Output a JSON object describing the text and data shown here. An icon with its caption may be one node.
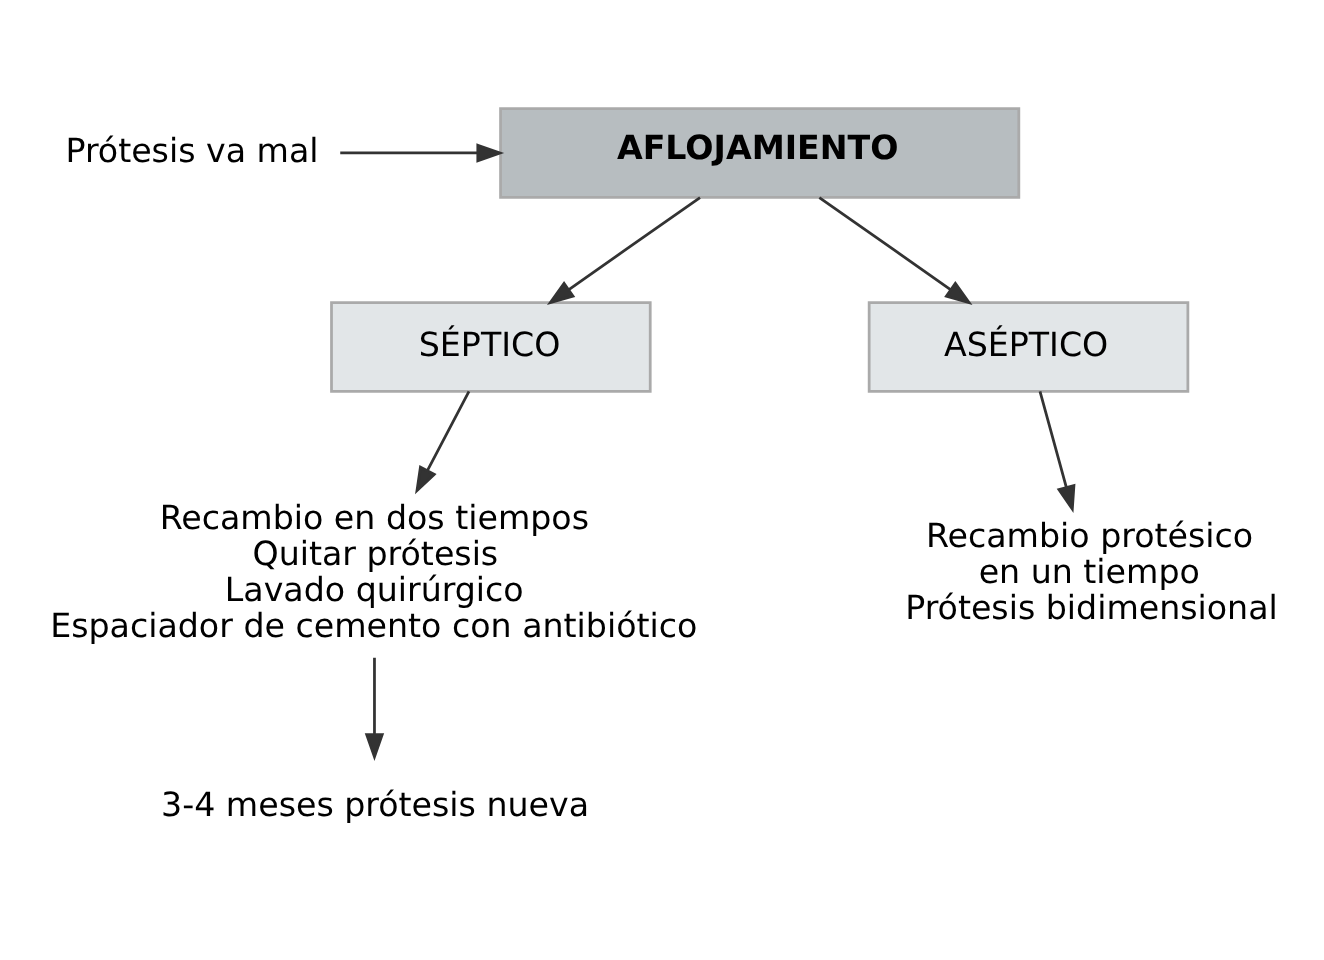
{
  "diagram": {
    "nodes": [
      {
        "text": [
          "Prótesis va mal"
        ]
      },
      {
        "text": [
          "AFLOJAMIENTO"
        ]
      },
      {
        "text": [
          "SÉPTICO"
        ]
      },
      {
        "text": [
          "ASÉPTICO"
        ]
      },
      {
        "text": [
          "Recambio en dos tiempos",
          "Quitar prótesis",
          "Lavado quirúrgico",
          "Espaciador de cemento con antibiótico"
        ]
      },
      {
        "text": [
          "Recambio protésico en un tiempo",
          "Prótesis bidimensional"
        ]
      },
      {
        "text": [
          "3-4 meses prótesis nueva"
        ]
      }
    ],
    "edges": [
      {
        "from": 0,
        "to": 1,
        "arrow": "to"
      },
      {
        "from": 1,
        "to": 2,
        "arrow": "to"
      },
      {
        "from": 1,
        "to": 3,
        "arrow": "to"
      },
      {
        "from": 2,
        "to": 4,
        "arrow": "to"
      },
      {
        "from": 3,
        "to": 5,
        "arrow": "to"
      },
      {
        "from": 4,
        "to": 6,
        "arrow": "to"
      }
    ]
  }
}
